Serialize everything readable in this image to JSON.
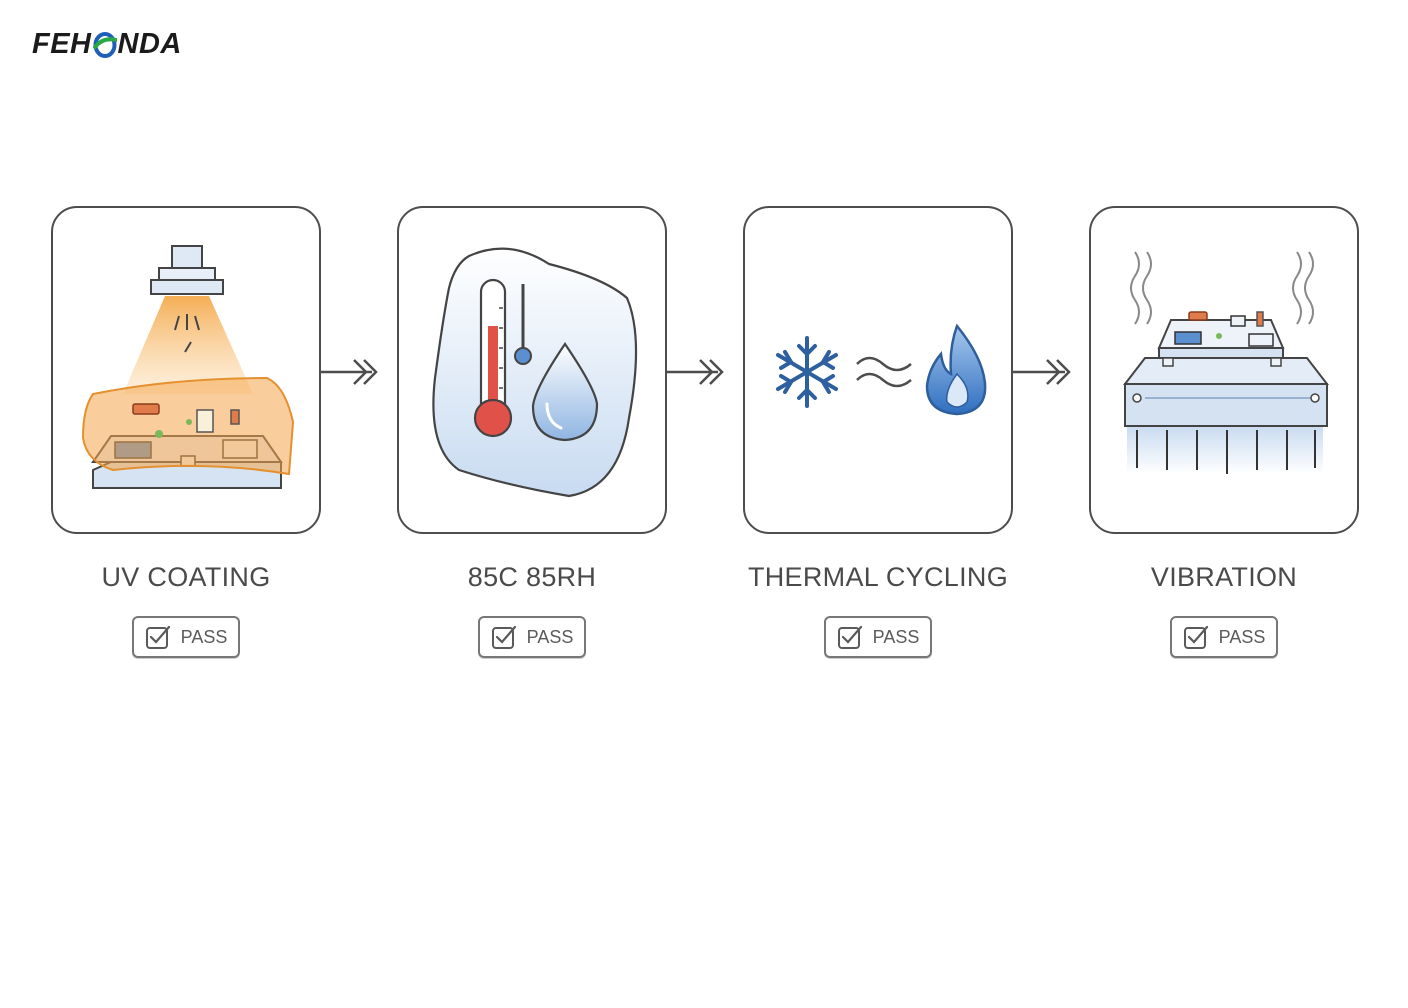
{
  "brand": {
    "prefix": "FEH",
    "suffix": "NDA",
    "accent_green": "#2aa845",
    "accent_blue": "#1e5fb8"
  },
  "stages": [
    {
      "label": "UV COATING",
      "icon": "uv-lamp-pcb-icon",
      "status": "PASS"
    },
    {
      "label": "85C 85RH",
      "icon": "thermometer-droplet-icon",
      "status": "PASS"
    },
    {
      "label": "THERMAL CYCLING",
      "icon": "snowflake-flame-icon",
      "status": "PASS"
    },
    {
      "label": "VIBRATION",
      "icon": "vibration-table-icon",
      "status": "PASS"
    }
  ],
  "colors": {
    "outline": "#4d4d4d",
    "orange": "#f0a24a",
    "blue": "#5b8fd0",
    "light_blue": "#cfe0f3",
    "red": "#e0514a"
  }
}
